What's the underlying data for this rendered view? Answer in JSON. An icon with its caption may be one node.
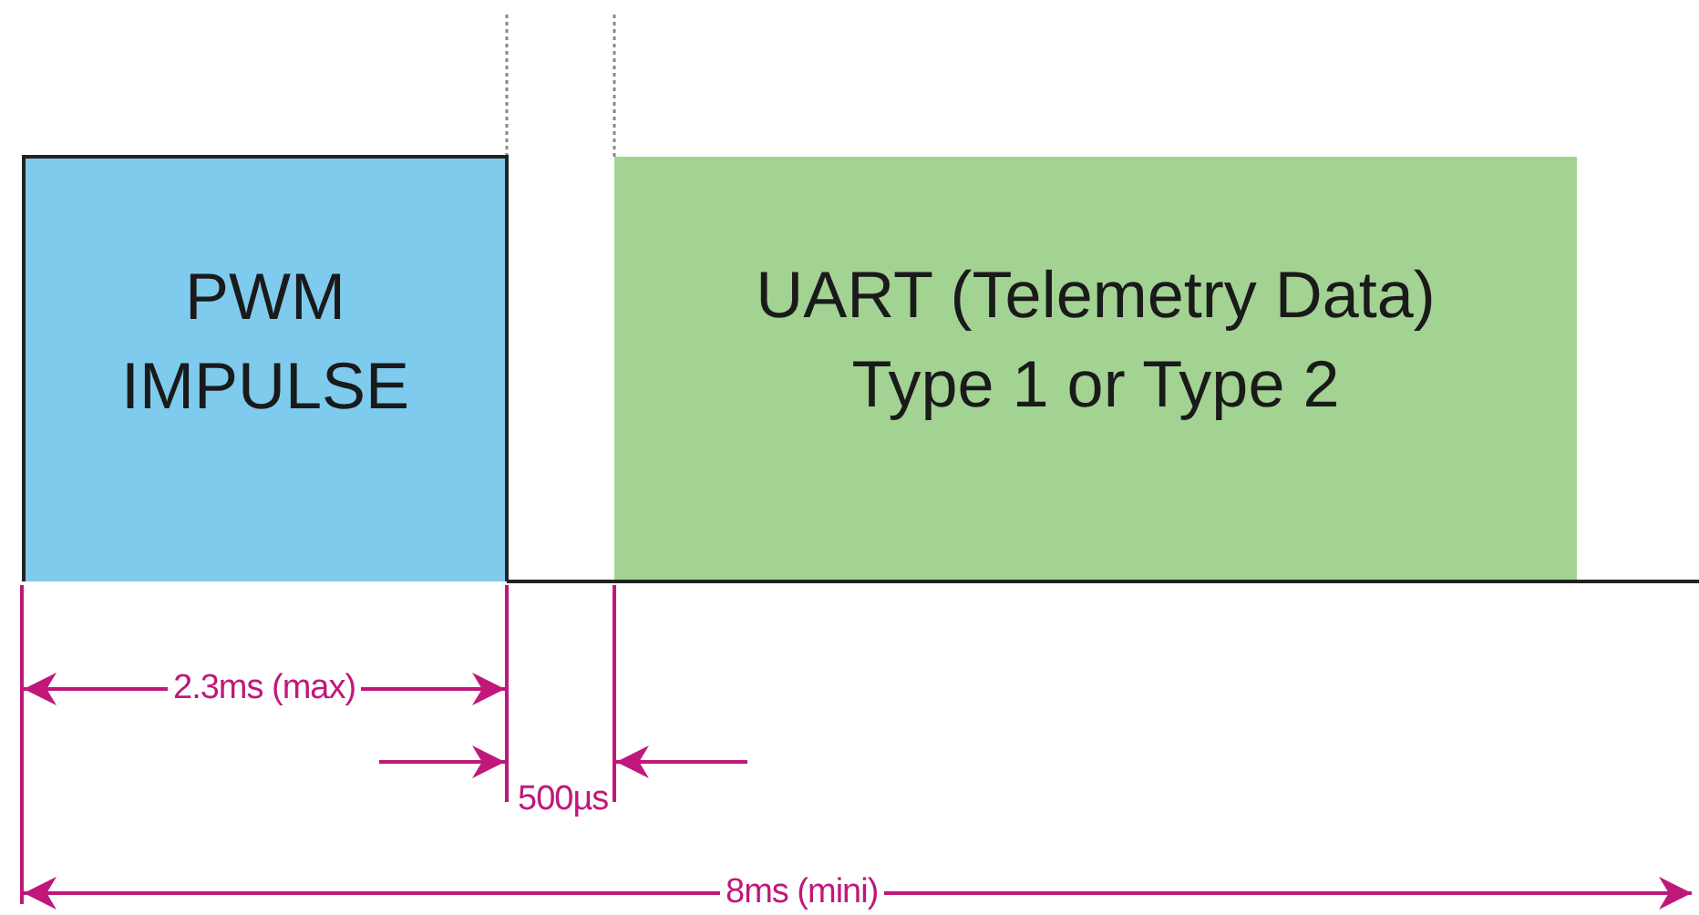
{
  "diagram": {
    "nodes": [
      {
        "text": [
          "PWM IMPULSE"
        ]
      },
      {
        "text": [
          "UART (Telemetry Data) Type 1 or Type 2"
        ]
      }
    ],
    "labels": [
      "2.3ms (max)",
      "500µs",
      "8ms (mini)"
    ]
  }
}
